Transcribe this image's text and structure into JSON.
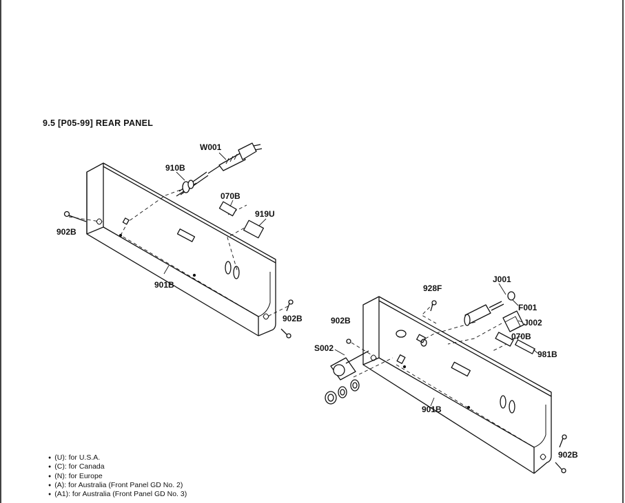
{
  "section": {
    "title": "9.5  [P05-99] REAR PANEL"
  },
  "labels": {
    "w001": "W001",
    "p910b": "910B",
    "p070b_top": "070B",
    "p919u": "919U",
    "p902b_left": "902B",
    "p901b_top": "901B",
    "p902b_mid": "902B",
    "p928f": "928F",
    "j001": "J001",
    "f001": "F001",
    "j002": "J002",
    "p902b_right_top": "902B",
    "p070b_bottom": "070B",
    "s002": "S002",
    "p981b": "981B",
    "p901b_bottom": "901B",
    "p902b_bottom_right": "902B"
  },
  "notes": [
    "(U): for U.S.A.",
    "(C): for Canada",
    "(N): for Europe",
    "(A): for Australia (Front Panel GD No. 2)",
    "(A1): for Australia (Front Panel GD No. 3)"
  ]
}
